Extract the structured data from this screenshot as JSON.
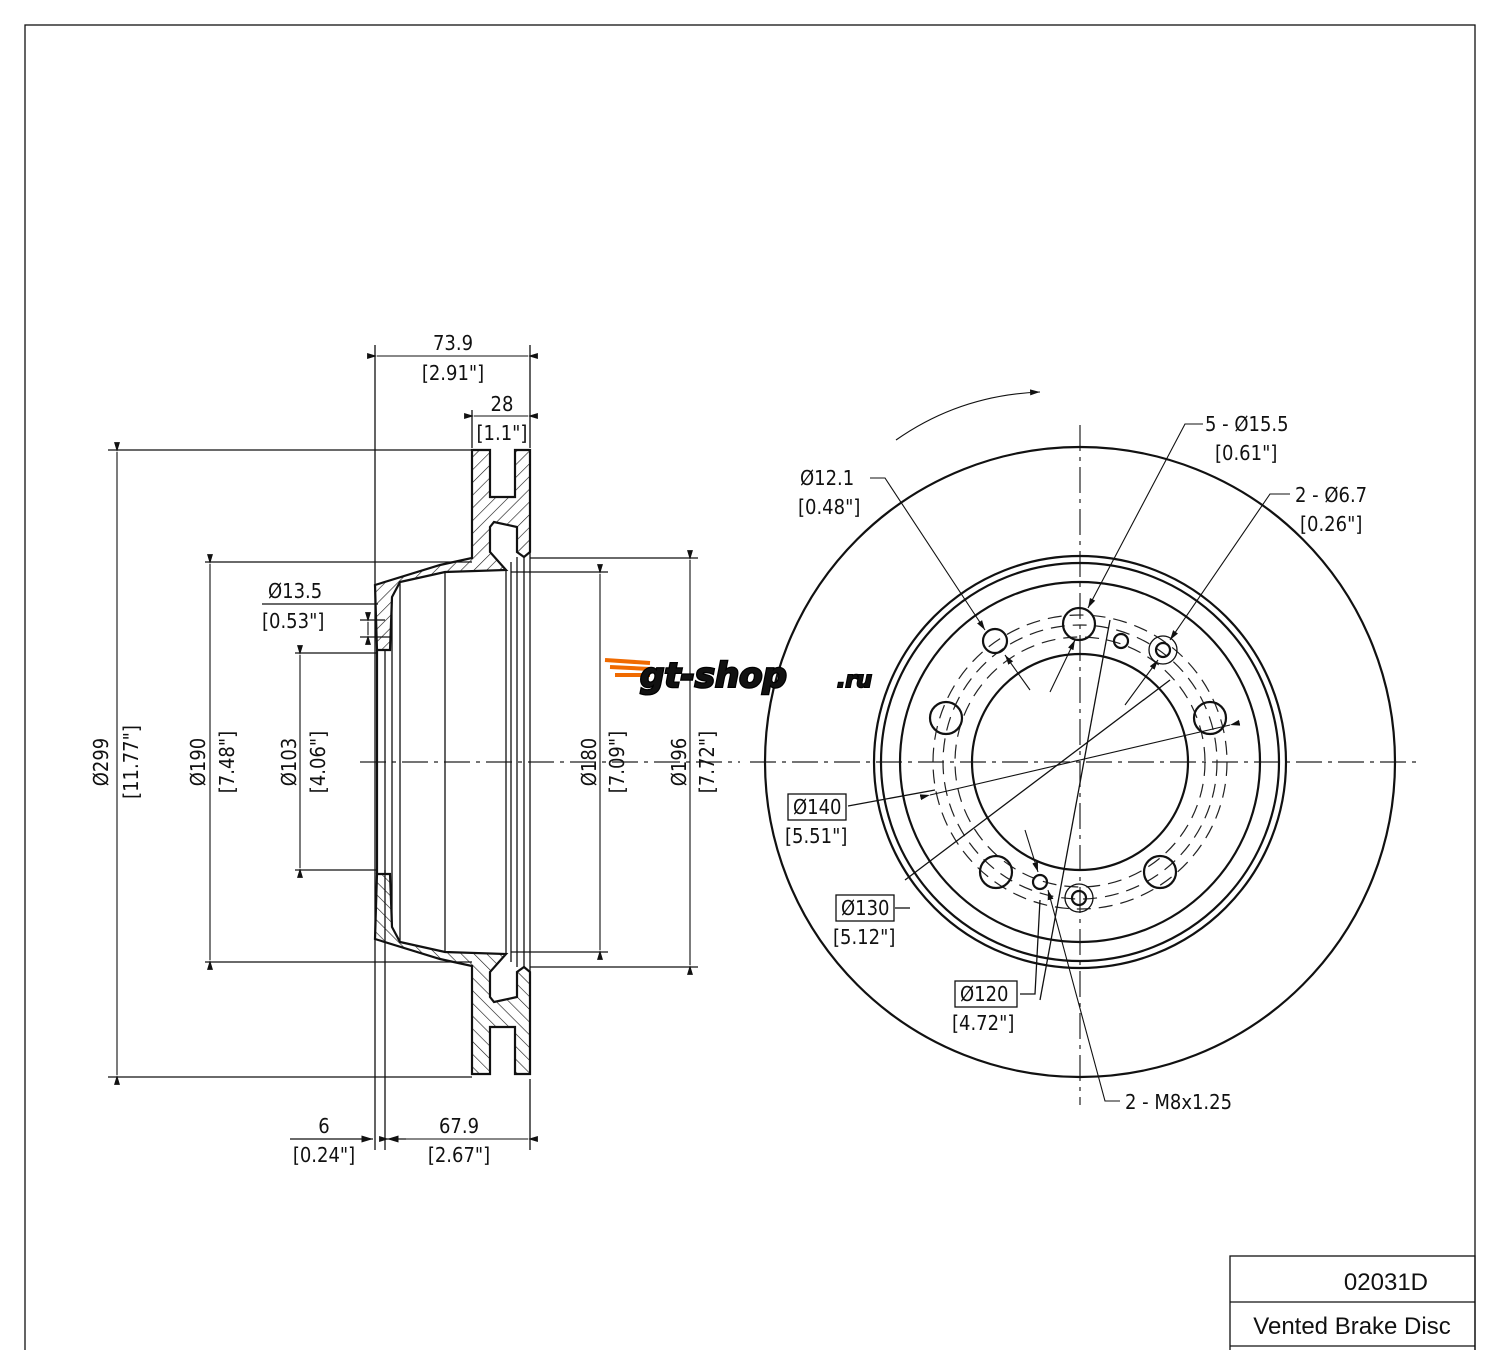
{
  "title_block": {
    "part_number": "02031D",
    "description": "Vented Brake Disc"
  },
  "logo": {
    "text": "gt-shop.ru",
    "colors": {
      "primary": "#f7a400",
      "secondary": "#f06a00",
      "outline": "#000000"
    }
  },
  "section_view": {
    "overall_width": {
      "mm": "73.9",
      "in": "[2.91\"]"
    },
    "disc_thickness": {
      "mm": "28",
      "in": "[1.1\"]"
    },
    "outer_diameter": {
      "mm": "Ø299",
      "in": "[11.77\"]"
    },
    "hat_diameter": {
      "mm": "Ø190",
      "in": "[7.48\"]"
    },
    "center_bore": {
      "mm": "Ø103",
      "in": "[4.06\"]"
    },
    "hole_13_5": {
      "mm": "Ø13.5",
      "in": "[0.53\"]"
    },
    "inner_diameter_180": {
      "mm": "Ø180",
      "in": "[7.09\"]"
    },
    "inner_diameter_196": {
      "mm": "Ø196",
      "in": "[7.72\"]"
    },
    "hat_thickness": {
      "mm": "6",
      "in": "[0.24\"]"
    },
    "hat_height": {
      "mm": "67.9",
      "in": "[2.67\"]"
    }
  },
  "front_view": {
    "bolt_holes": {
      "mm": "5 - Ø15.5",
      "in": "[0.61\"]"
    },
    "hole_12_1": {
      "mm": "Ø12.1",
      "in": "[0.48\"]"
    },
    "holes_6_7": {
      "mm": "2 - Ø6.7",
      "in": "[0.26\"]"
    },
    "pcd_140": {
      "mm": "Ø140",
      "in": "[5.51\"]"
    },
    "pcd_130": {
      "mm": "Ø130",
      "in": "[5.12\"]"
    },
    "pcd_120": {
      "mm": "Ø120",
      "in": "[4.72\"]"
    },
    "threads": {
      "mm": "2 - M8x1.25"
    }
  }
}
